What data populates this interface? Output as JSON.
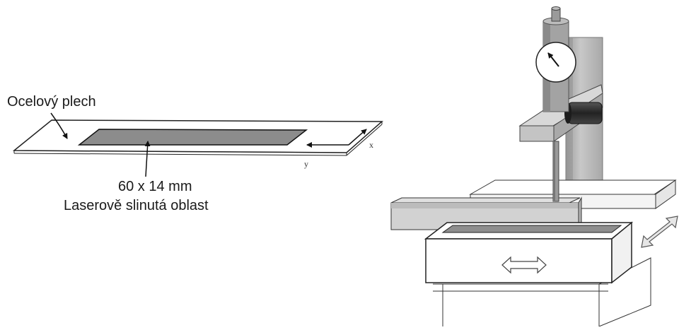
{
  "sample": {
    "plate_label": "Ocelový plech",
    "dimension_label": "60 x 14 mm",
    "area_label": "Laserově slinutá oblast",
    "axis_x": "x",
    "axis_y": "y"
  },
  "colors": {
    "outline": "#222222",
    "sintered_area": "#8c8c8c",
    "column": "#bdbdbd",
    "column_dark": "#9a9a9a",
    "arm": "#c4c4c4",
    "knob": "#3a3a3a",
    "beam": "#d6d6d6"
  }
}
